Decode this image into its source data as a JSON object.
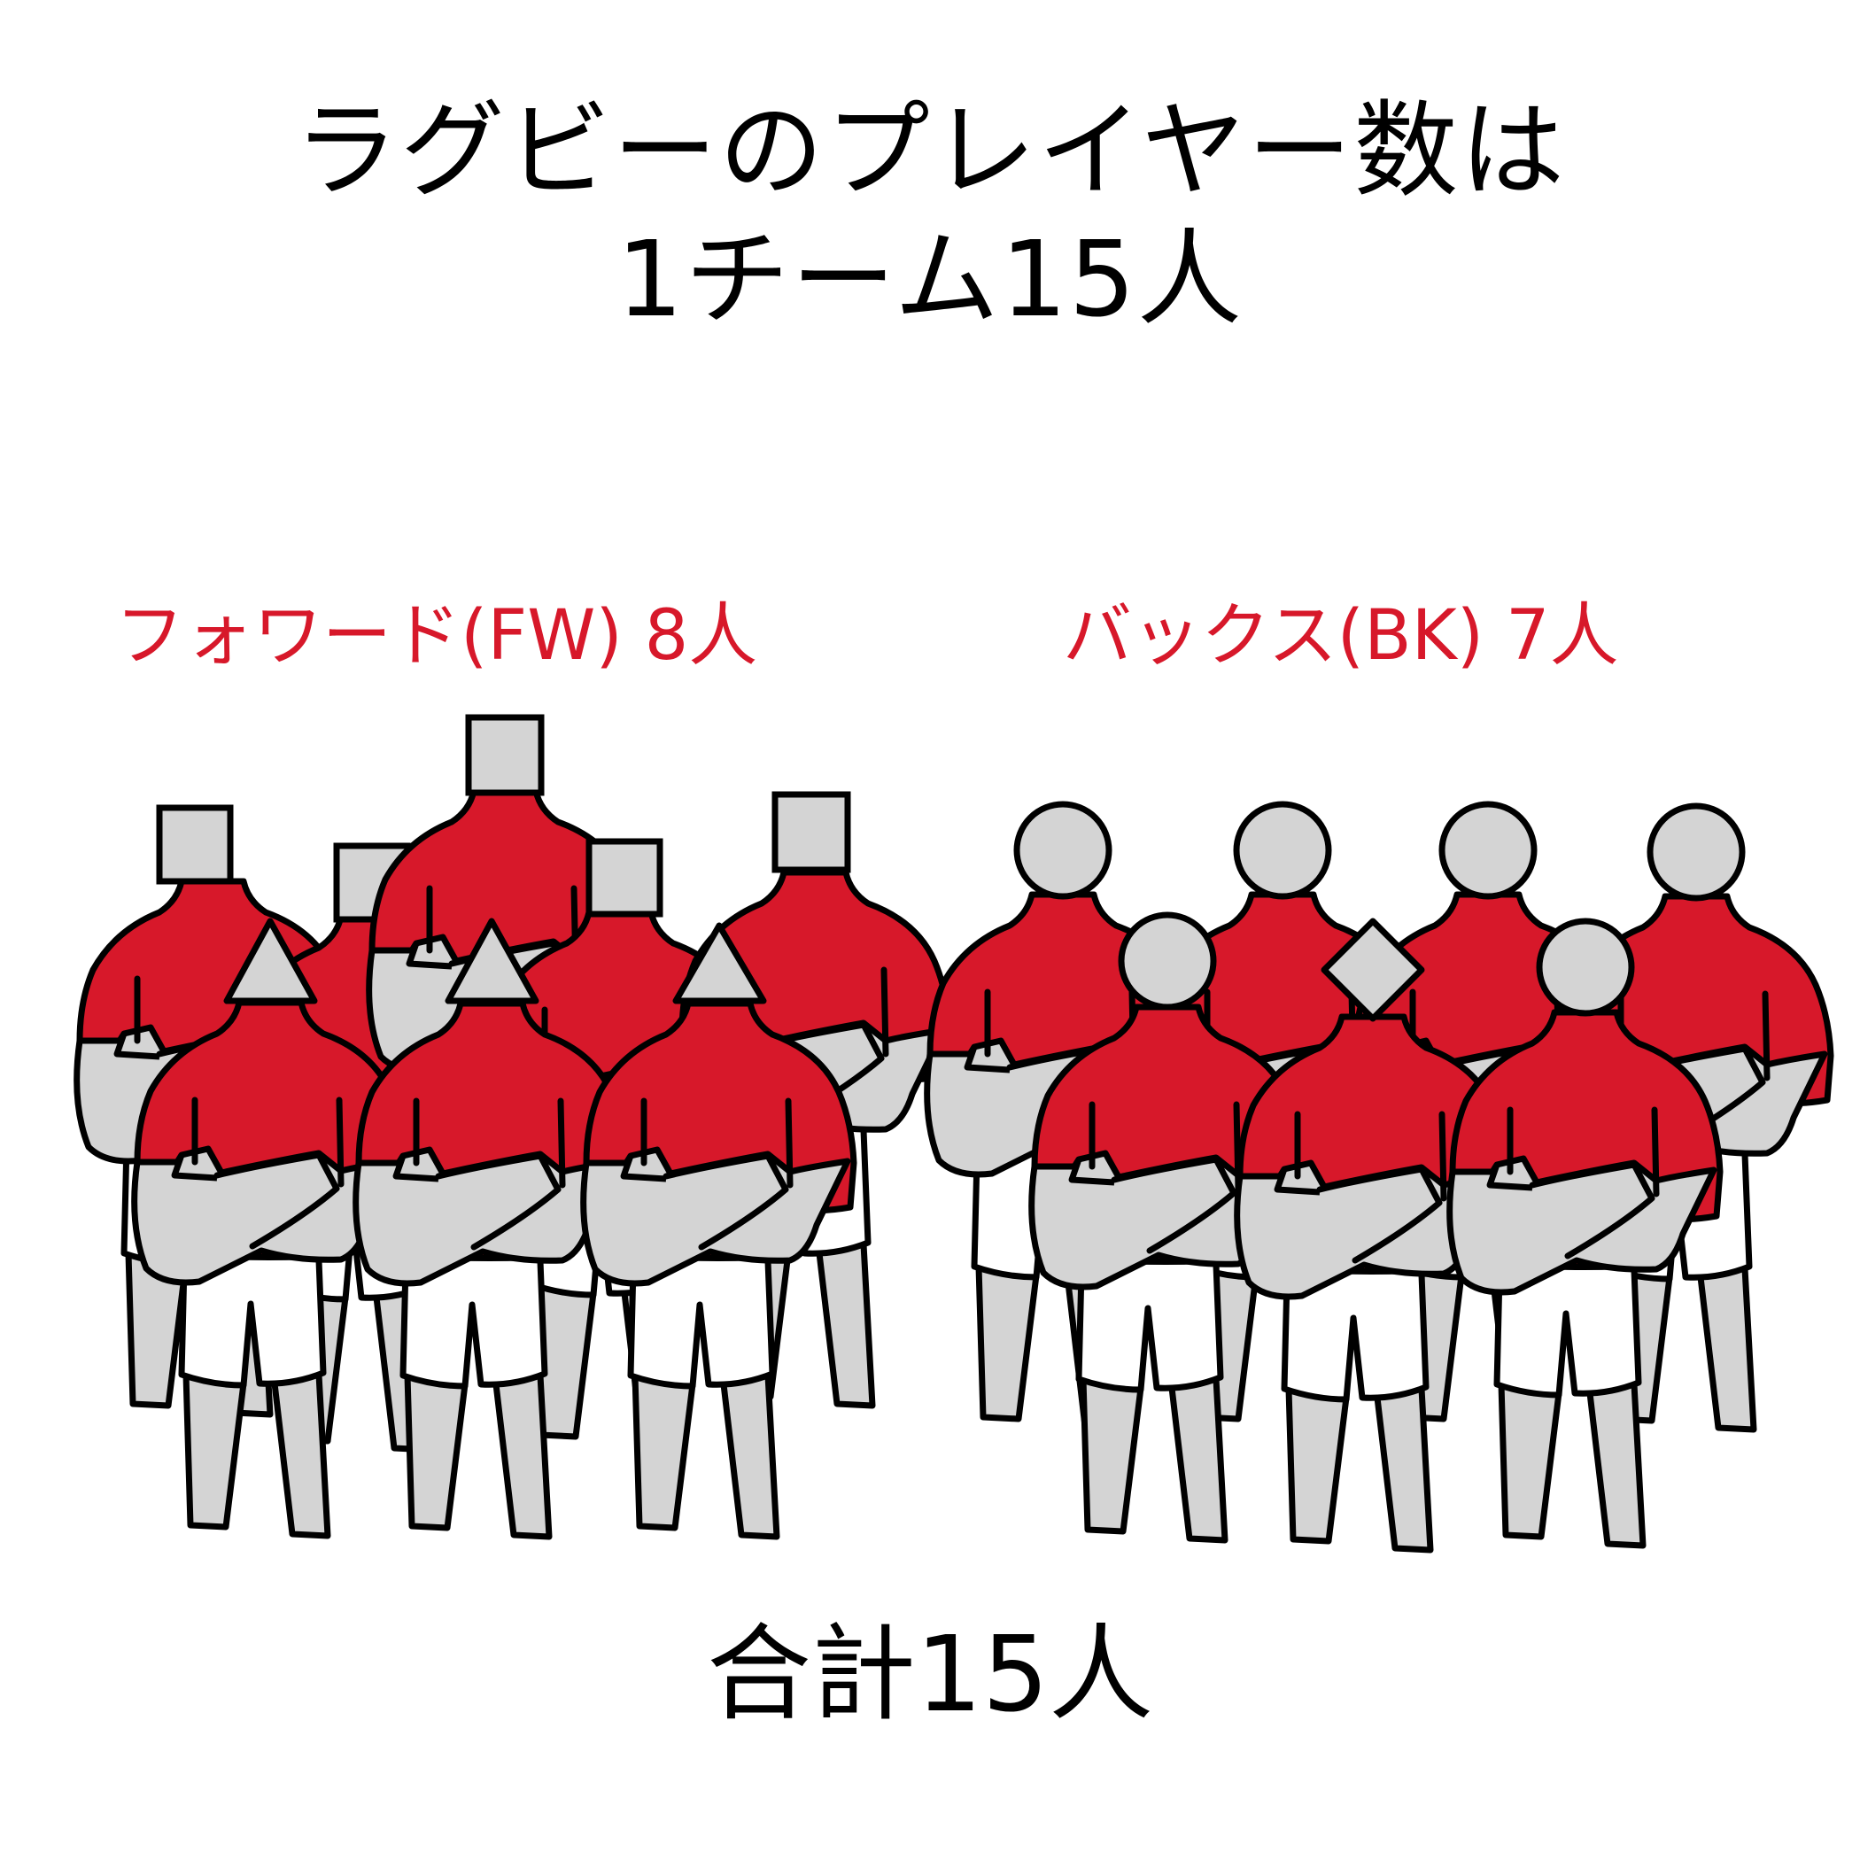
{
  "title": {
    "line1": "ラグビーのプレイヤー数は",
    "line2": "1チーム15人"
  },
  "groups": {
    "forwards": {
      "label": "フォワード(FW) 8人",
      "abbr": "FW",
      "count": 8,
      "head_shapes": [
        "square",
        "square",
        "square",
        "square",
        "square",
        "triangle",
        "triangle",
        "triangle"
      ]
    },
    "backs": {
      "label": "バックス(BK) 7人",
      "abbr": "BK",
      "count": 7,
      "head_shapes": [
        "circle",
        "circle",
        "circle",
        "circle",
        "circle",
        "diamond",
        "circle"
      ]
    }
  },
  "total": {
    "label": "合計15人",
    "count": 15
  },
  "colors": {
    "jersey": "#d7182a",
    "skin": "#d4d4d4",
    "shorts": "#ffffff",
    "outline": "#000000",
    "label_text": "#d7182a",
    "title_text": "#000000"
  }
}
